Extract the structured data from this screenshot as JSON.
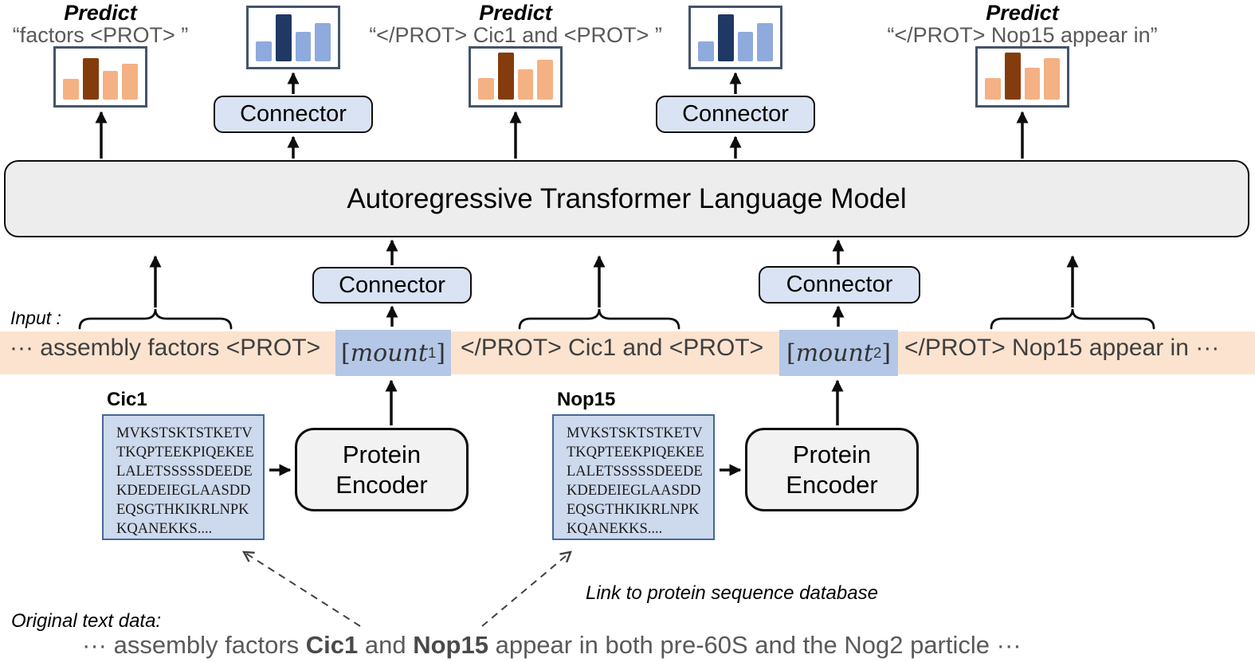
{
  "colors": {
    "strip_bg": "#FBE3CF",
    "token_bg": "#B4C7E7",
    "orange_bar": "#F4B183",
    "orange_highlight": "#843C0C",
    "blue_bar": "#8FAADC",
    "blue_highlight": "#1F3864",
    "chart_border": "#44546A",
    "lm_fill": "#EDEDED",
    "connector_fill": "#DAE3F3",
    "seq_fill": "#CDD9ED"
  },
  "predict": [
    {
      "label": "Predict",
      "quote": "“factors <PROT> ”"
    },
    {
      "label": "Predict",
      "quote": "“</PROT> Cic1 and <PROT> ”"
    },
    {
      "label": "Predict",
      "quote": "“</PROT> Nop15  appear in”"
    }
  ],
  "connector_label": "Connector",
  "lm_label": "Autoregressive Transformer Language Model",
  "input_label": "Input :",
  "strip": {
    "seg1": "··· assembly factors <PROT>",
    "token1": {
      "open": "[",
      "word": "mount",
      "sub": "1",
      "close": "]"
    },
    "seg2": "</PROT> Cic1 and <PROT>",
    "token2": {
      "open": "[",
      "word": "mount",
      "sub": "2",
      "close": "]"
    },
    "seg3": "</PROT> Nop15  appear in ···"
  },
  "proteins": [
    {
      "name": "Cic1",
      "sequence_lines": [
        "MVKSTSKTSTKETV",
        "TKQPTEEKPIQEKEE",
        "LALETSSSSSDEEDE",
        "KDEDEIEGLAASDD",
        "EQSGTHKIKRLNPK",
        "KQANEKKS...."
      ]
    },
    {
      "name": "Nop15",
      "sequence_lines": [
        "MVKSTSKTSTKETV",
        "TKQPTEEKPIQEKEE",
        "LALETSSSSSDEEDE",
        "KDEDEIEGLAASDD",
        "EQSGTHKIKRLNPK",
        "KQANEKKS...."
      ]
    }
  ],
  "encoder_label": "Protein Encoder",
  "link_label": "Link to protein sequence database",
  "original_label": "Original text data:",
  "original_text": {
    "p1": "··· assembly factors ",
    "b1": "Cic1",
    "p2": " and ",
    "b2": "Nop15",
    "p3": " appear in both pre-60S and the Nog2 particle ···"
  },
  "chart_data": [
    {
      "id": "orange1",
      "type": "bar",
      "values": [
        0.4,
        0.82,
        0.57,
        0.7
      ],
      "highlight_index": 1,
      "bar_color": "#F4B183",
      "highlight_color": "#843C0C"
    },
    {
      "id": "blue1",
      "type": "bar",
      "values": [
        0.38,
        0.88,
        0.55,
        0.72
      ],
      "highlight_index": 1,
      "bar_color": "#8FAADC",
      "highlight_color": "#1F3864"
    },
    {
      "id": "orange2",
      "type": "bar",
      "values": [
        0.42,
        0.92,
        0.6,
        0.78
      ],
      "highlight_index": 1,
      "bar_color": "#F4B183",
      "highlight_color": "#843C0C"
    },
    {
      "id": "blue2",
      "type": "bar",
      "values": [
        0.38,
        0.88,
        0.55,
        0.72
      ],
      "highlight_index": 1,
      "bar_color": "#8FAADC",
      "highlight_color": "#1F3864"
    },
    {
      "id": "orange3",
      "type": "bar",
      "values": [
        0.42,
        0.92,
        0.62,
        0.82
      ],
      "highlight_index": 1,
      "bar_color": "#F4B183",
      "highlight_color": "#843C0C"
    }
  ]
}
